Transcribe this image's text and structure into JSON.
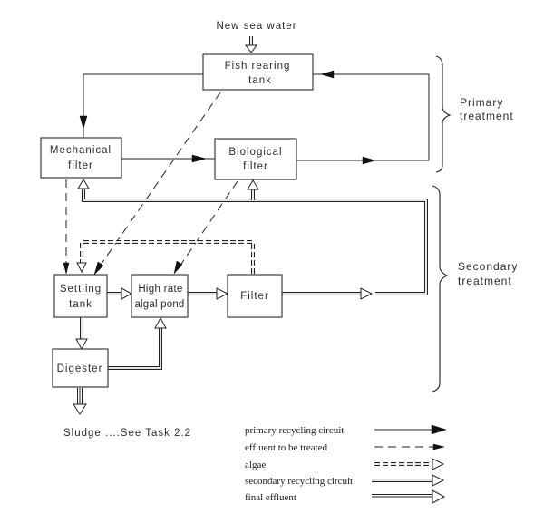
{
  "diagram": {
    "inputs": {
      "new_sea_water": "New sea water"
    },
    "boxes": {
      "fish_tank": [
        "Fish rearing",
        "tank"
      ],
      "mechanical_filter": [
        "Mechanical",
        "filter"
      ],
      "biological_filter": [
        "Biological",
        "filter"
      ],
      "settling_tank": [
        "Settling",
        "tank"
      ],
      "algal_pond": [
        "High rate",
        "algal pond"
      ],
      "filter": [
        "Filter"
      ],
      "digester": [
        "Digester"
      ]
    },
    "stages": {
      "primary": [
        "Primary",
        "treatment"
      ],
      "secondary": [
        "Secondary",
        "treatment"
      ]
    },
    "sludge_note": "Sludge ....See Task 2.2",
    "legend": [
      {
        "label": "primary recycling circuit",
        "style": "solid-filled-arrow"
      },
      {
        "label": "effluent to be treated",
        "style": "dashed-filled-arrow"
      },
      {
        "label": "algae",
        "style": "double-dashed-hollow-arrow"
      },
      {
        "label": "secondary recycling circuit",
        "style": "double-hollow-arrow"
      },
      {
        "label": "final effluent",
        "style": "triple-hollow-arrow"
      }
    ]
  }
}
